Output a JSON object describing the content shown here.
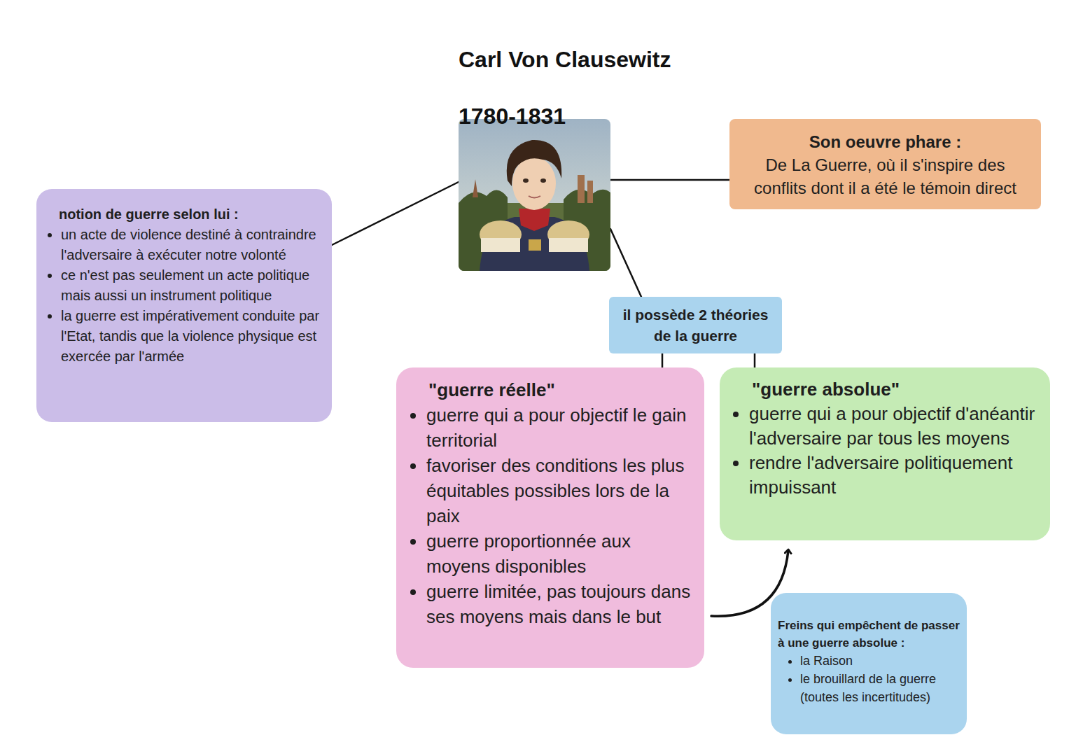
{
  "diagram": {
    "nodes": [
      {
        "text": [
          "Carl Von Clausewitz",
          "1780-1831"
        ]
      },
      {
        "text": [
          "notion de guerre selon lui :",
          "un acte de violence destiné à contraindre l'adversaire à exécuter notre volonté",
          "ce n'est pas seulement un acte politique mais aussi un instrument politique",
          "la guerre est impérativement conduite par l'Etat, tandis que la violence physique est exercée par l'armée"
        ]
      },
      {
        "text": [
          "Son oeuvre phare :",
          "De La Guerre, où il s'inspire des conflits dont il a été le témoin direct"
        ]
      },
      {
        "text": [
          "il possède 2 théories de la guerre"
        ]
      },
      {
        "text": [
          "\"guerre réelle\"",
          "guerre qui a pour objectif le gain territorial",
          "favoriser des conditions les plus équitables possibles lors de la paix",
          "guerre proportionnée aux moyens disponibles",
          "guerre limitée, pas toujours dans ses moyens mais dans le but"
        ]
      },
      {
        "text": [
          "\"guerre absolue\"",
          "guerre qui a pour objectif d'anéantir l'adversaire par tous les moyens",
          "rendre l'adversaire politiquement impuissant"
        ]
      },
      {
        "text": [
          "Freins qui empêchent de passer à une guerre absolue :",
          "la Raison",
          "le brouillard de la guerre (toutes les incertitudes)"
        ]
      }
    ],
    "edges": [
      {
        "from": 0,
        "to": 1,
        "arrow": "none"
      },
      {
        "from": 0,
        "to": 2,
        "arrow": "none"
      },
      {
        "from": 0,
        "to": 3,
        "arrow": "none"
      },
      {
        "from": 3,
        "to": 4,
        "arrow": "none"
      },
      {
        "from": 3,
        "to": 5,
        "arrow": "none"
      },
      {
        "from": 4,
        "to": 5,
        "arrow": "to"
      }
    ]
  }
}
